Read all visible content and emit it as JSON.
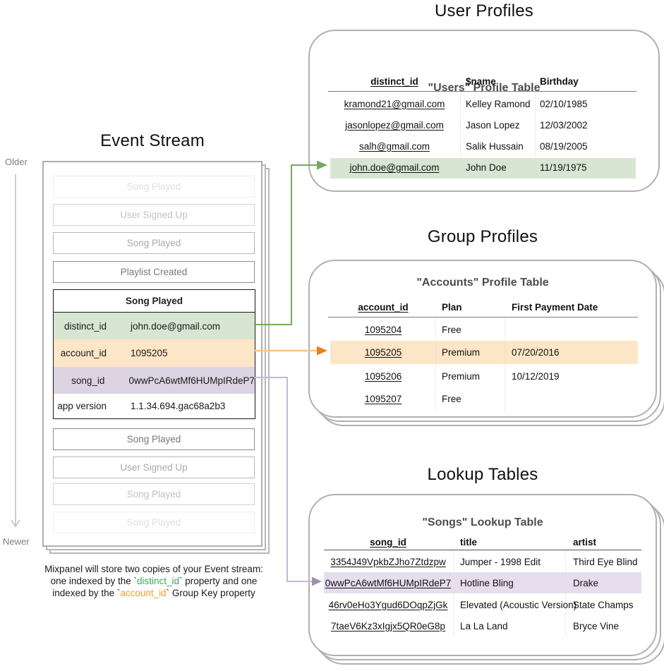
{
  "titles": {
    "event_stream": "Event Stream",
    "user_profiles": "User Profiles",
    "group_profiles": "Group Profiles",
    "lookup_tables": "Lookup Tables"
  },
  "timeline": {
    "older": "Older",
    "newer": "Newer"
  },
  "event_stream": {
    "events_before": [
      "Song Played",
      "User Signed Up",
      "Song Played",
      "Playlist Created"
    ],
    "expanded_event": {
      "name": "Song Played",
      "rows": [
        {
          "key": "distinct_id",
          "value": "john.doe@gmail.com"
        },
        {
          "key": "account_id",
          "value": "1095205"
        },
        {
          "key": "song_id",
          "value": "0wwPcA6wtMf6HUMpIRdeP7"
        },
        {
          "key": "app version",
          "value": "1.1.34.694.gac68a2b3"
        }
      ]
    },
    "events_after": [
      "Song Played",
      "User Signed Up",
      "Song Played",
      "Song Played"
    ]
  },
  "user_profiles": {
    "table_title": "\"Users\" Profile Table",
    "columns": [
      "distinct_id",
      "$name",
      "Birthday"
    ],
    "rows": [
      [
        "kramond21@gmail.com",
        "Kelley Ramond",
        "02/10/1985"
      ],
      [
        "jasonlopez@gmail.com",
        "Jason Lopez",
        "12/03/2002"
      ],
      [
        "salh@gmail.com",
        "Salik Hussain",
        "08/19/2005"
      ],
      [
        "john.doe@gmail.com",
        "John Doe",
        "11/19/1975"
      ]
    ],
    "highlighted_row_index": 3
  },
  "group_profiles": {
    "table_title": "\"Accounts\" Profile Table",
    "columns": [
      "account_id",
      "Plan",
      "First Payment Date"
    ],
    "rows": [
      [
        "1095204",
        "Free",
        ""
      ],
      [
        "1095205",
        "Premium",
        "07/20/2016"
      ],
      [
        "1095206",
        "Premium",
        "10/12/2019"
      ],
      [
        "1095207",
        "Free",
        ""
      ]
    ],
    "highlighted_row_index": 1
  },
  "lookup_tables": {
    "table_title": "\"Songs\" Lookup Table",
    "columns": [
      "song_id",
      "title",
      "artist"
    ],
    "rows": [
      [
        "3354J49VpkbZJho7Ztdzpw",
        "Jumper - 1998 Edit",
        "Third Eye Blind"
      ],
      [
        "0wwPcA6wtMf6HUMpIRdeP7",
        "Hotline Bling",
        "Drake"
      ],
      [
        "46rv0eHo3Ygud6DOqpZjGk",
        "Elevated (Acoustic Version)",
        "State Champs"
      ],
      [
        "7taeV6Kz3xIgjx5QR0eG8p",
        "La La Land",
        "Bryce Vine"
      ]
    ],
    "highlighted_row_index": 1
  },
  "caption": {
    "line1": "Mixpanel will store two copies of your Event stream:",
    "line2_pre": "one indexed by the `",
    "line2_code": "distinct_id",
    "line2_post": "` property and one",
    "line3_pre": "indexed by the `",
    "line3_code": "account_id",
    "line3_post": "` Group Key property"
  },
  "colors": {
    "distinct_id_green": "#d7e6d2",
    "account_id_orange": "#fde5c7",
    "song_id_purple": "#dcd3e3",
    "songs_highlight_purple": "#e6deee",
    "caption_green": "#3aa757",
    "caption_orange": "#f59b2b",
    "green_arrow": "#76a95f",
    "orange_arrow_line": "#f3c18a",
    "orange_arrow_head": "#ea7e23",
    "purple_arrow_line": "#c6b8d7",
    "purple_arrow_head": "#a091ad"
  }
}
